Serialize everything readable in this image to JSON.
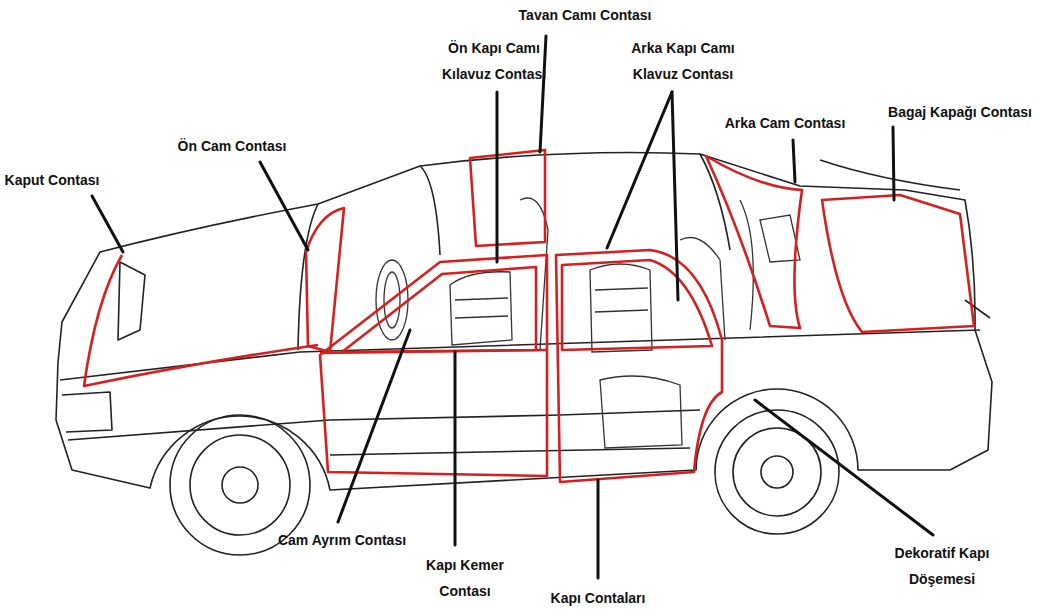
{
  "diagram": {
    "labels": [
      "Tavan Camı Contası",
      "Ön Kapı Camı Kılavuz Contası",
      "Arka Kapı Camı Klavuz Contası",
      "Kaput Contası",
      "Ön Cam Contası",
      "Arka Cam Contası",
      "Bagaj Kapağı Contası",
      "Cam Ayrım Contası",
      "Kapı Kemer Contası",
      "Kapı Contaları",
      "Dekoratif Kapı Döşemesi"
    ]
  }
}
